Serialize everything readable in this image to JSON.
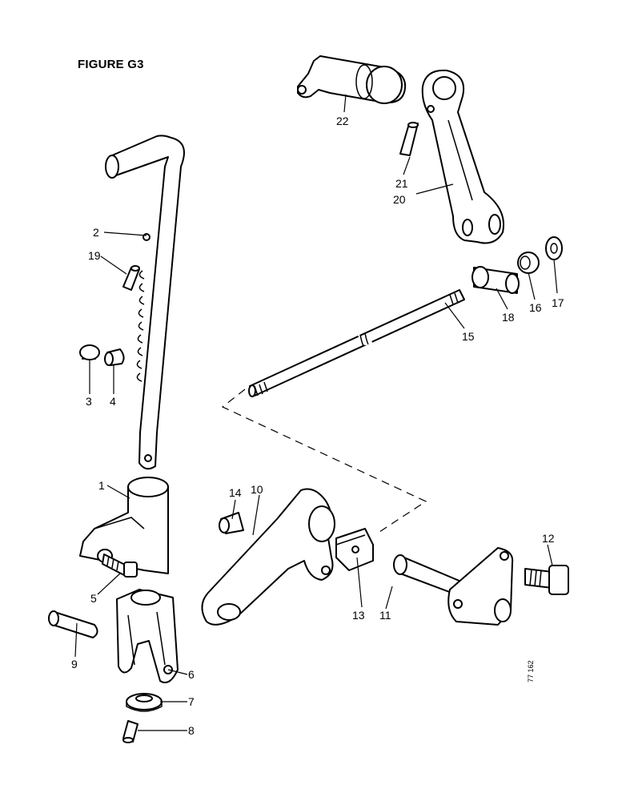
{
  "figure": {
    "title": "FIGURE G3",
    "reference_code": "77 162"
  },
  "callouts": [
    {
      "id": "1",
      "text": "1"
    },
    {
      "id": "2",
      "text": "2"
    },
    {
      "id": "3",
      "text": "3"
    },
    {
      "id": "4",
      "text": "4"
    },
    {
      "id": "5",
      "text": "5"
    },
    {
      "id": "6",
      "text": "6"
    },
    {
      "id": "7",
      "text": "7"
    },
    {
      "id": "8",
      "text": "8"
    },
    {
      "id": "9",
      "text": "9"
    },
    {
      "id": "10",
      "text": "10"
    },
    {
      "id": "11",
      "text": "11"
    },
    {
      "id": "12",
      "text": "12"
    },
    {
      "id": "13",
      "text": "13"
    },
    {
      "id": "14",
      "text": "14"
    },
    {
      "id": "15",
      "text": "15"
    },
    {
      "id": "16",
      "text": "16"
    },
    {
      "id": "17",
      "text": "17"
    },
    {
      "id": "18",
      "text": "18"
    },
    {
      "id": "19",
      "text": "19"
    },
    {
      "id": "20",
      "text": "20"
    },
    {
      "id": "21",
      "text": "21"
    },
    {
      "id": "22",
      "text": "22"
    }
  ]
}
